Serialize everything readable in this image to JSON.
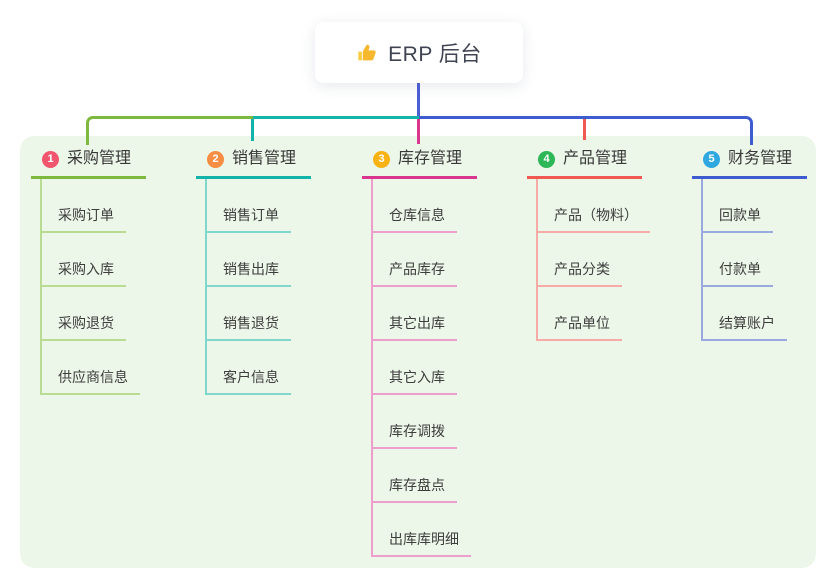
{
  "root": {
    "title": "ERP 后台",
    "icon": "thumbs-up-icon",
    "line_color": "#4c5ed4"
  },
  "background": {
    "panel_color": "#edf7e9"
  },
  "branches": [
    {
      "index": "1",
      "label": "采购管理",
      "color": "#7cb93e",
      "light_color": "#b9dc92",
      "badge_color": "#f2566e",
      "children": [
        "采购订单",
        "采购入库",
        "采购退货",
        "供应商信息"
      ]
    },
    {
      "index": "2",
      "label": "销售管理",
      "color": "#12b3a8",
      "light_color": "#82d7cd",
      "badge_color": "#f78e43",
      "children": [
        "销售订单",
        "销售出库",
        "销售退货",
        "客户信息"
      ]
    },
    {
      "index": "3",
      "label": "库存管理",
      "color": "#d8368f",
      "light_color": "#ec9ecd",
      "badge_color": "#f8b313",
      "children": [
        "仓库信息",
        "产品库存",
        "其它出库",
        "其它入库",
        "库存调拨",
        "库存盘点",
        "出库库明细"
      ]
    },
    {
      "index": "4",
      "label": "产品管理",
      "color": "#f05852",
      "light_color": "#f6aba6",
      "badge_color": "#2eb757",
      "children": [
        "产品（物料）",
        "产品分类",
        "产品单位"
      ]
    },
    {
      "index": "5",
      "label": "财务管理",
      "color": "#3e5bd0",
      "light_color": "#9aaade",
      "badge_color": "#2fa7e0",
      "children": [
        "回款单",
        "付款单",
        "结算账户"
      ]
    }
  ]
}
